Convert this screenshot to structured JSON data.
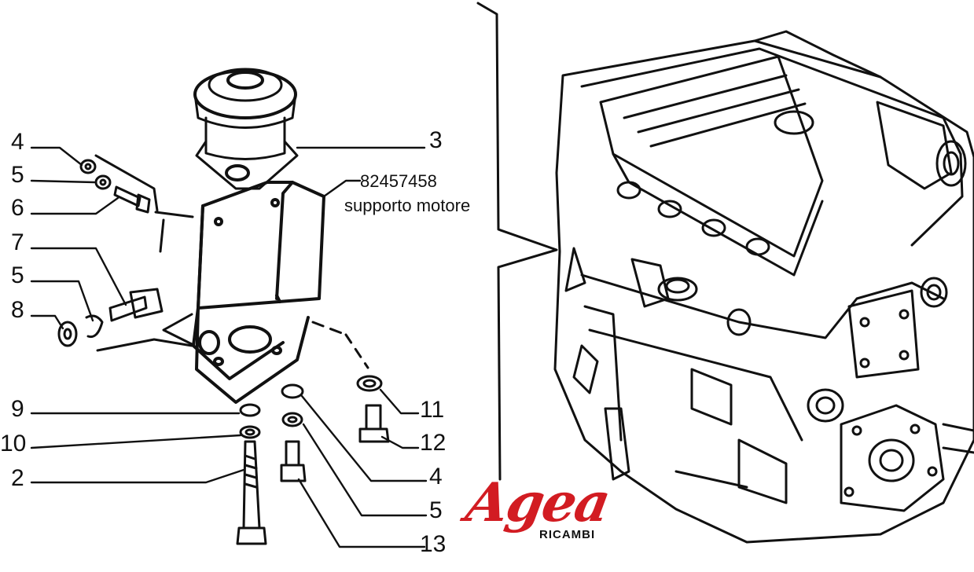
{
  "callouts": {
    "c4a": "4",
    "c5a": "5",
    "c6": "6",
    "c7": "7",
    "c5b": "5",
    "c8": "8",
    "c9": "9",
    "c10": "10",
    "c2": "2",
    "c3": "3",
    "c11": "11",
    "c12": "12",
    "c4b": "4",
    "c5c": "5",
    "c13": "13"
  },
  "part": {
    "code": "82457458",
    "description": "supporto motore"
  },
  "logo": {
    "brand": "Agea",
    "tagline": "RICAMBI",
    "color": "#d21c22"
  }
}
